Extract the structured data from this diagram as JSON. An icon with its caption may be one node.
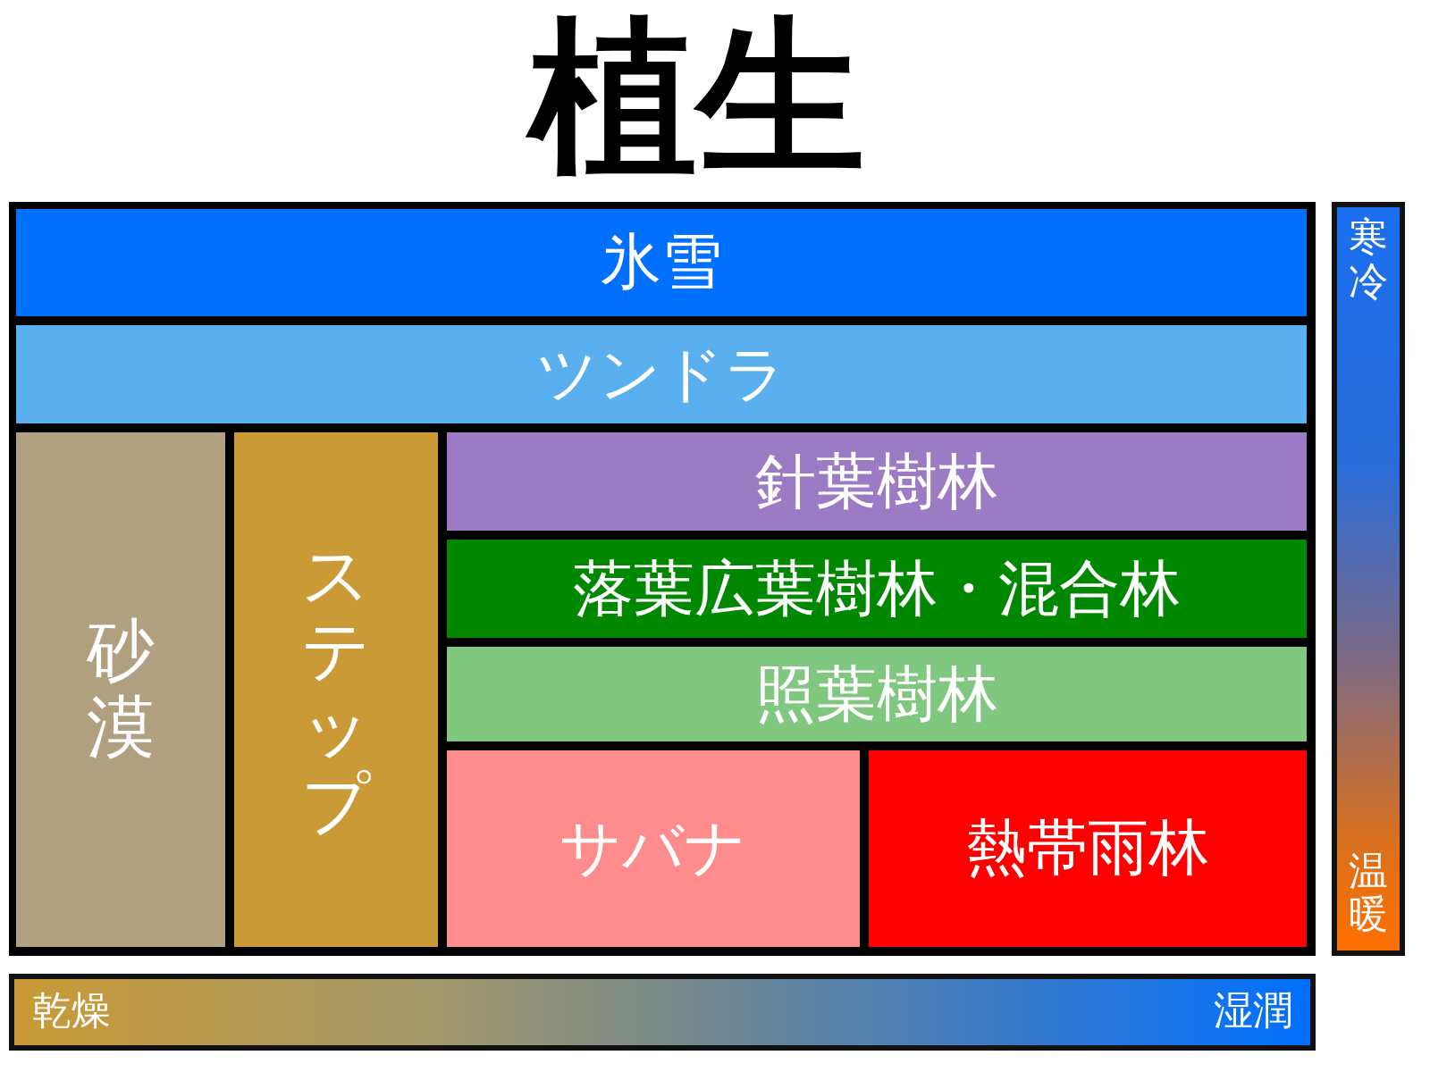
{
  "diagram": {
    "title": "植生",
    "nodes": [
      {
        "text": [
          "氷雪"
        ]
      },
      {
        "text": [
          "ツンドラ"
        ]
      },
      {
        "text": [
          "砂漠"
        ]
      },
      {
        "text": [
          "ステップ"
        ]
      },
      {
        "text": [
          "針葉樹林"
        ]
      },
      {
        "text": [
          "落葉広葉樹林・混合林"
        ]
      },
      {
        "text": [
          "照葉樹林"
        ]
      },
      {
        "text": [
          "サバナ"
        ]
      },
      {
        "text": [
          "熱帯雨林"
        ]
      },
      {
        "text": [
          "寒冷",
          "温暖"
        ]
      },
      {
        "text": [
          "乾燥",
          "湿潤"
        ]
      }
    ]
  }
}
